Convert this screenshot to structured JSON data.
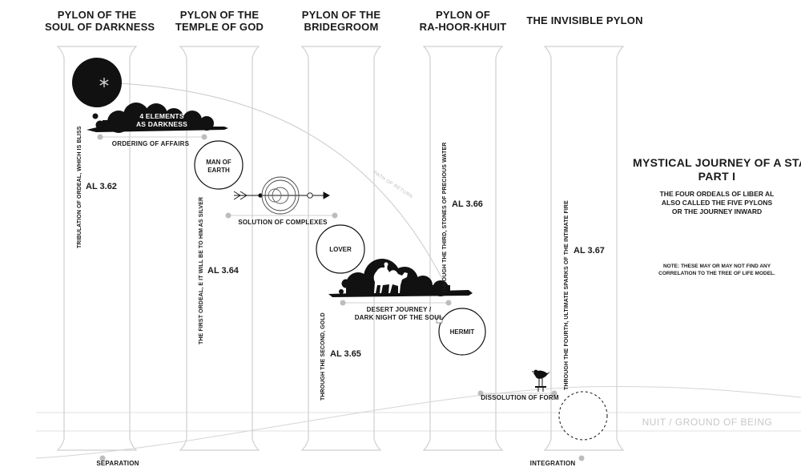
{
  "pylons": [
    {
      "line1": "PYLON OF THE",
      "line2": "SOUL OF DARKNESS"
    },
    {
      "line1": "PYLON OF THE",
      "line2": "TEMPLE OF GOD"
    },
    {
      "line1": "PYLON OF THE",
      "line2": "BRIDEGROOM"
    },
    {
      "line1": "PYLON OF",
      "line2": "RA-HOOR-KHUIT"
    },
    {
      "line1": "THE INVISIBLE PYLON",
      "line2": ""
    }
  ],
  "stages": {
    "four_elements": {
      "line1": "4 ELEMENTS",
      "line2": "AS DARKNESS"
    },
    "ordering": "ORDERING OF AFFAIRS",
    "man_of_earth": {
      "line1": "MAN OF",
      "line2": "EARTH"
    },
    "solution": "SOLUTION OF COMPLEXES",
    "lover": "LOVER",
    "desert": {
      "line1": "DESERT JOURNEY /",
      "line2": "DARK NIGHT OF THE SOUL"
    },
    "hermit": "HERMIT",
    "dissolution": "DISSOLUTION OF FORM",
    "separation": "SEPARATION",
    "integration": "INTEGRATION",
    "path_of_return": "PATH OF RETURN",
    "nuit": "NUIT / GROUND OF BEING"
  },
  "verses": {
    "al_362": "AL 3.62",
    "al_364": "AL 3.64",
    "al_365": "AL 3.65",
    "al_366": "AL 3.66",
    "al_367": "AL 3.67"
  },
  "ordeals": {
    "tribulation": "TRIBULATION OF ORDEAL, WHICH IS BLISS",
    "first": "THE FIRST ORDEAL, E IT WILL BE TO HIM AS SILVER",
    "second": "THROUGH THE SECOND, GOLD",
    "third": "THROUGH THE THIRD, STONES OF PRECIOUS WATER",
    "fourth": "THROUGH THE FOURTH, ULTIMATE SPARKS OF THE INTIMATE FIRE"
  },
  "sidebar": {
    "title1": "MYSTICAL JOURNEY OF A STAR",
    "title2": "PART I",
    "sub1": "THE FOUR ORDEALS OF LIBER AL",
    "sub2": "ALSO CALLED THE FIVE PYLONS",
    "sub3": "OR THE JOURNEY INWARD",
    "note1": "NOTE: THESE MAY OR MAY NOT FIND ANY",
    "note2": "CORRELATION TO THE TREE OF LIFE MODEL."
  },
  "colors": {
    "ink": "#1a1a1a",
    "pylon": "#cfcfcf",
    "faint": "#d8d8d8",
    "dot": "#bdbdbd"
  }
}
